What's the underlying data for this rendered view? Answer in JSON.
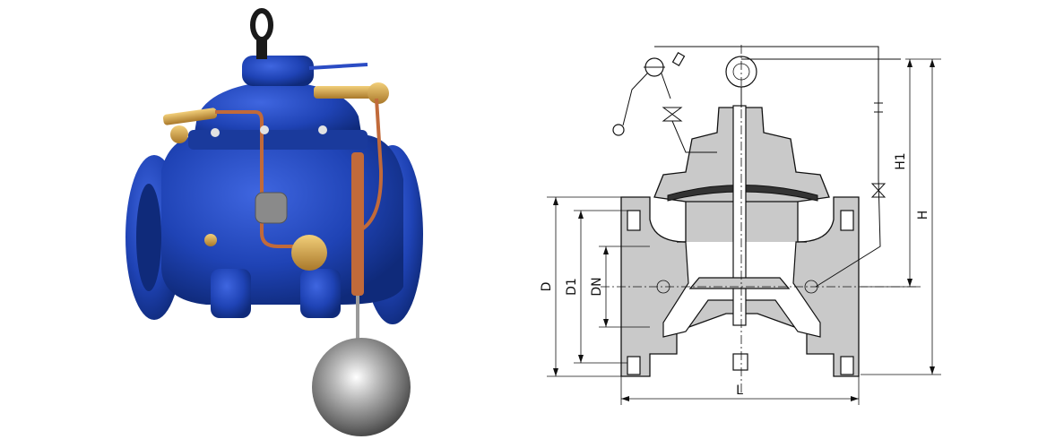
{
  "photo": {
    "subject": "float valve",
    "body_color": "#1f43b5",
    "float_color": "#8c8c8c",
    "pipe_color": "#c16a3a"
  },
  "drawing": {
    "dimensions": {
      "D": "D",
      "D1": "D1",
      "DN": "DN",
      "L": "L",
      "H": "H",
      "H1": "H1"
    }
  }
}
